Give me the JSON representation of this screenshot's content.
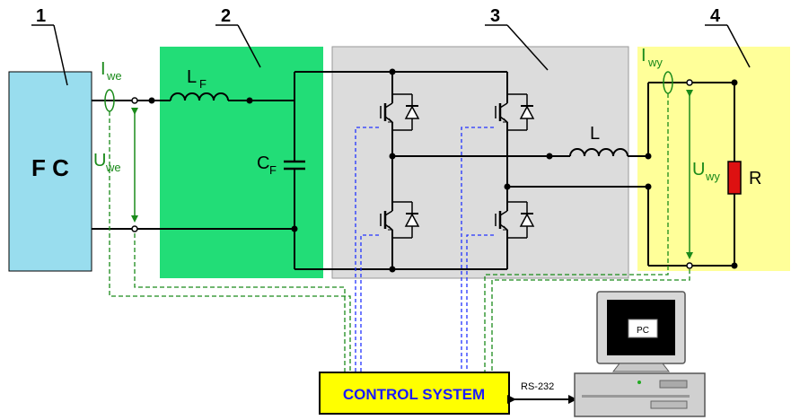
{
  "blocks": {
    "fc": {
      "number": "1",
      "label": "F C",
      "color": "#99ddee"
    },
    "filter": {
      "number": "2",
      "color": "#22dd77"
    },
    "inverter": {
      "number": "3",
      "color": "#dcdcdc"
    },
    "load": {
      "number": "4",
      "color": "#ffff99"
    }
  },
  "labels": {
    "i_we_main": "I",
    "i_we_sub": "we",
    "u_we_main": "U",
    "u_we_sub": "we",
    "lf_main": "L",
    "lf_sub": "F",
    "cf_main": "C",
    "cf_sub": "F",
    "l": "L",
    "i_wy_main": "I",
    "i_wy_sub": "wy",
    "u_wy_main": "U",
    "u_wy_sub": "wy",
    "r": "R"
  },
  "control": {
    "label": "CONTROL SYSTEM",
    "bg": "#ffff00",
    "text_color": "#1a1aff"
  },
  "link": {
    "label": "RS-232"
  },
  "pc": {
    "screen_label": "PC"
  },
  "colors": {
    "measure": "#1a8a1a",
    "gate": "#2233ff",
    "resistor": "#dd1111"
  }
}
